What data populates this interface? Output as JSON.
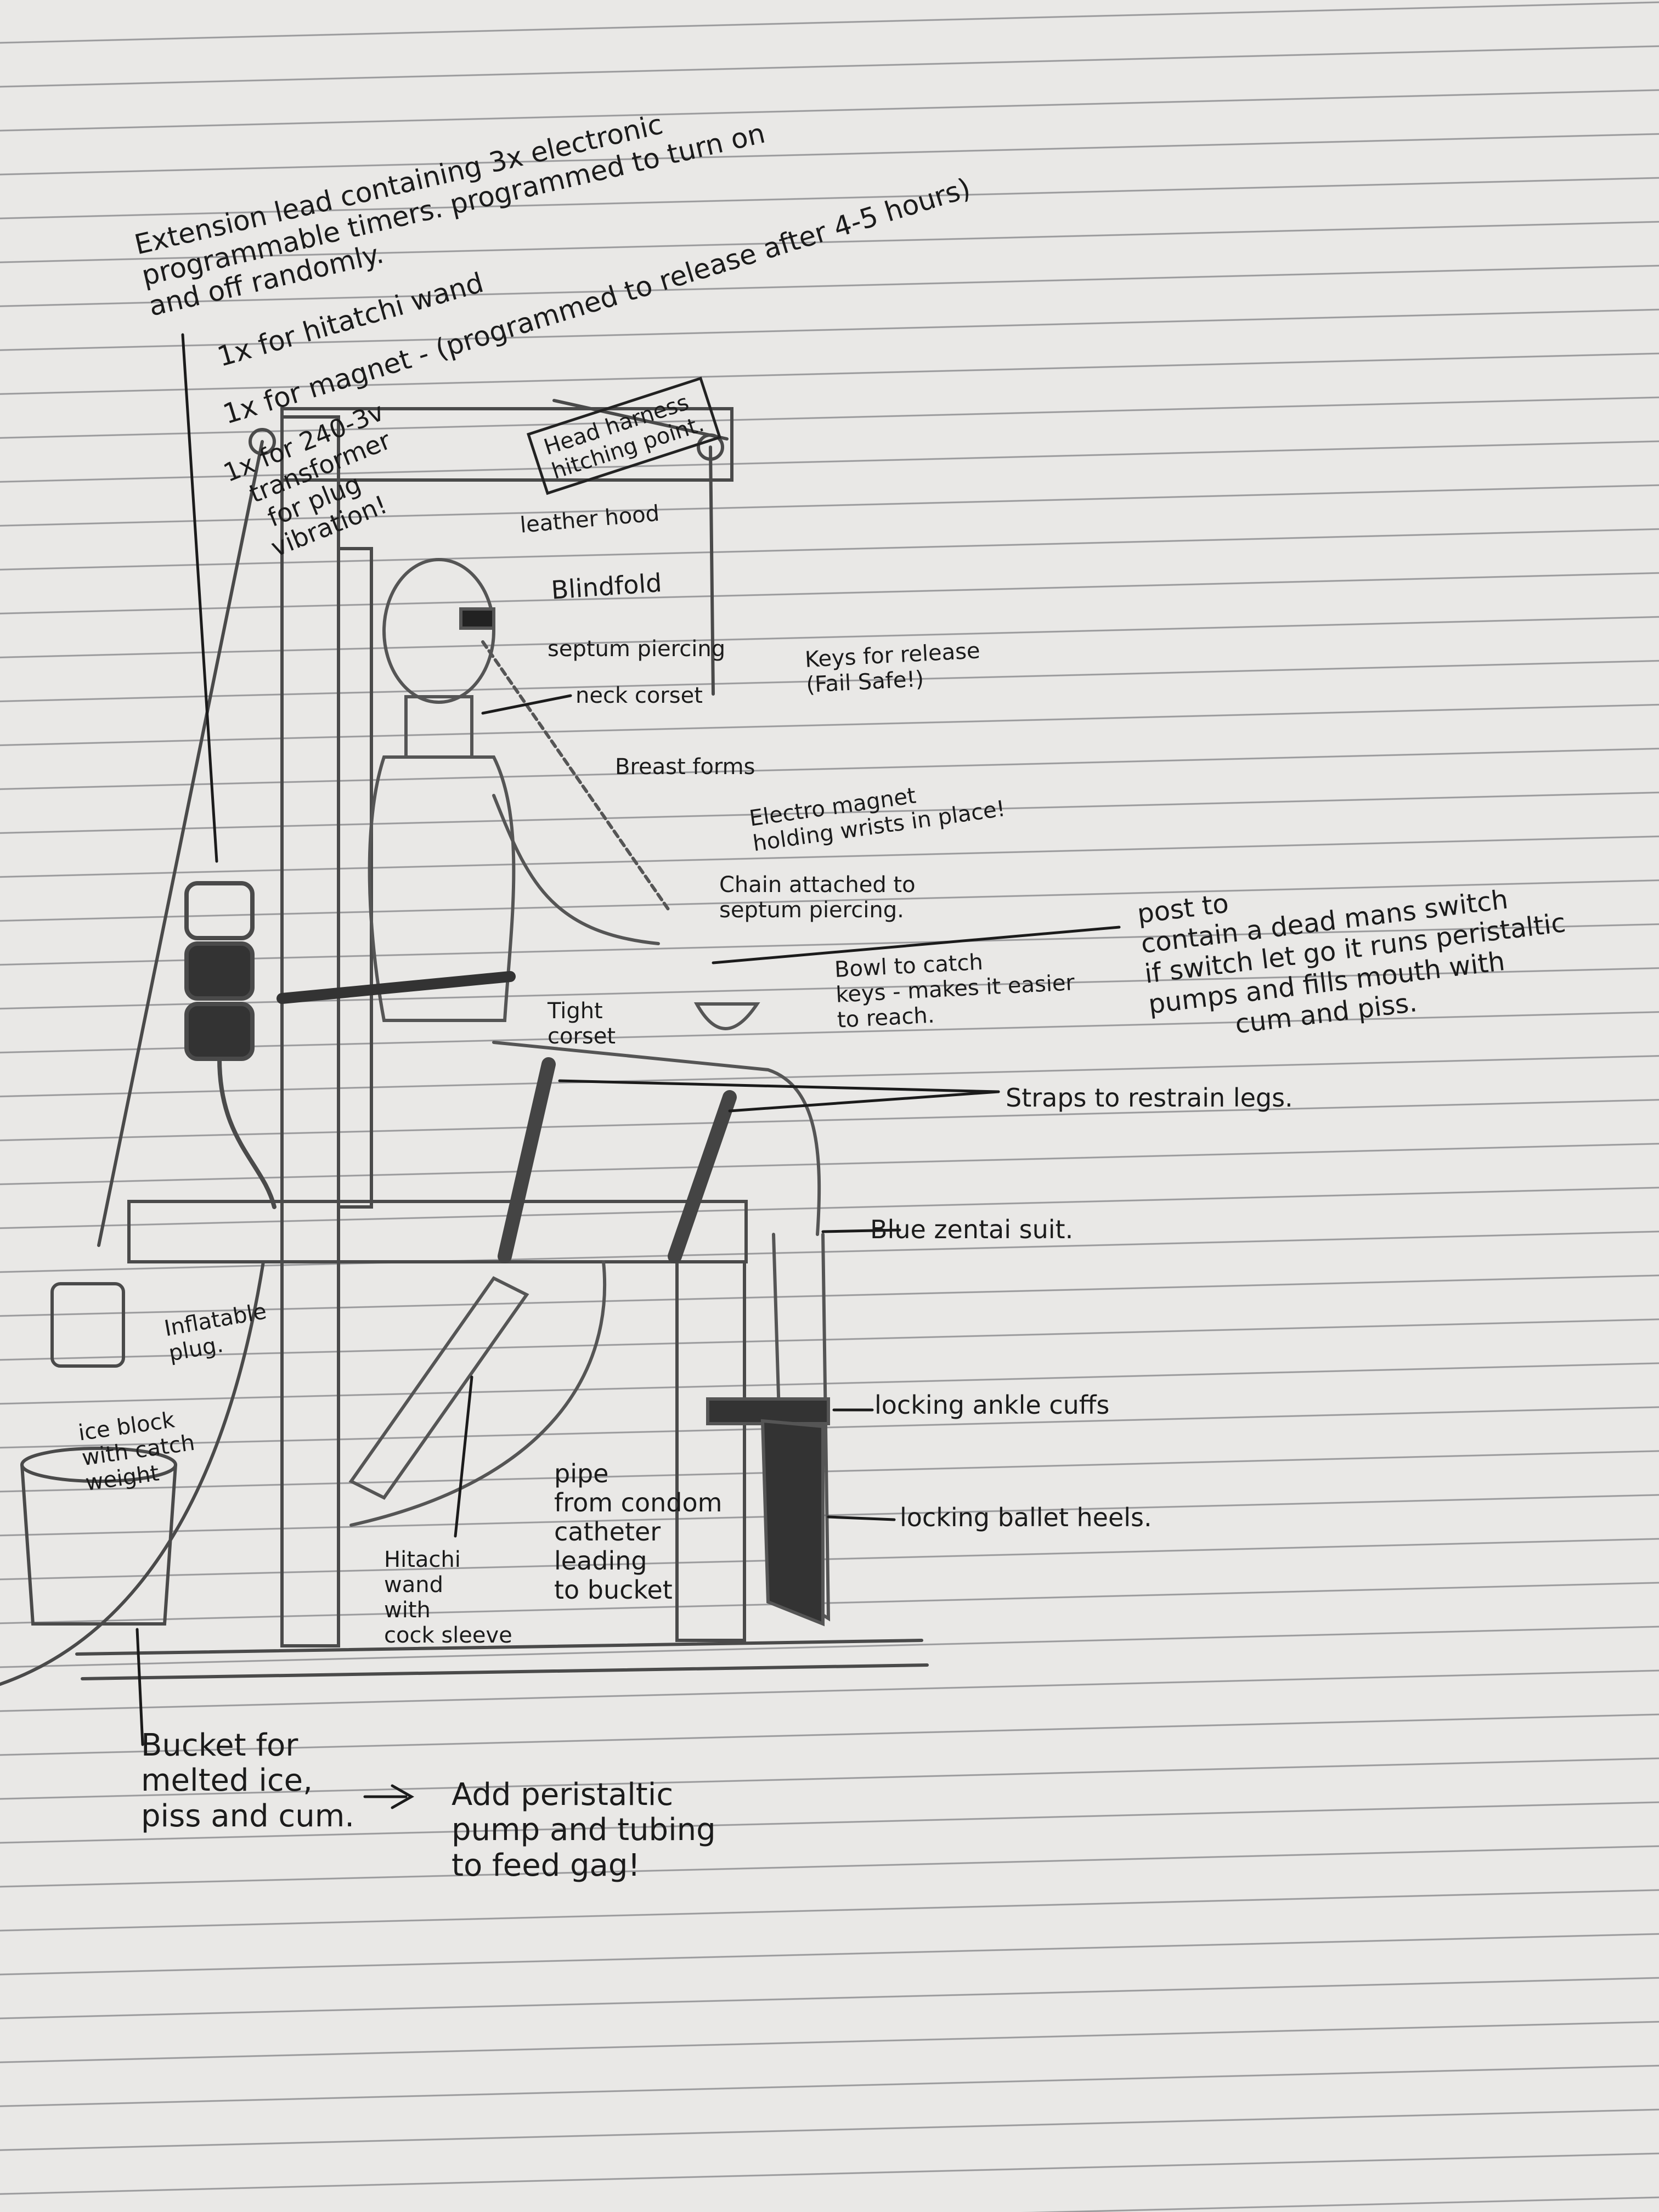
{
  "notes": {
    "timers": "Extension lead containing 3x electronic\nprogrammable timers. programmed to turn on\nand off randomly.",
    "timer_1": "1x for hitatchi wand",
    "timer_2": "1x for magnet - (programmed to release after 4-5 hours)",
    "timer_3": "1x for 240-3v\n  transformer\n   for plug\n  vibration!",
    "head_harness": "Head harness\nhitching point.",
    "leather_hood": "leather hood",
    "blindfold": "Blindfold",
    "septum_piercing": "septum piercing",
    "neck_corset": "neck corset",
    "keys": "Keys for release\n(Fail Safe!)",
    "breast_forms": "Breast forms",
    "electro_magnet": "Electro magnet\nholding wrists in place!",
    "chain": "Chain attached to\nseptum piercing.",
    "post": "post to\ncontain a dead mans switch\nif switch let go it runs peristaltic\npumps and fills mouth with\n          cum and piss.",
    "bowl": "Bowl to catch\nkeys - makes it easier\nto reach.",
    "tight_corset": "Tight\ncorset",
    "straps": "Straps to restrain legs.",
    "zentai": "Blue zentai suit.",
    "inflatable_plug": "Inflatable\nplug.",
    "ice_block": "ice block\nwith catch\nweight",
    "ankle_cuffs": "locking ankle cuffs",
    "ballet_heels": "locking ballet heels.",
    "pipe": "pipe\nfrom condom\ncatheter\nleading\nto bucket",
    "wand": "Hitachi\nwand\nwith\ncock sleeve",
    "bucket": "Bucket for\nmelted ice,\npiss and cum.",
    "todo": "Add peristaltic\npump and tubing\nto feed gag!"
  },
  "colors": {
    "ink": "#1b1b1b",
    "pencil": "#4a4a4a",
    "paper": "#e9e8e6"
  }
}
